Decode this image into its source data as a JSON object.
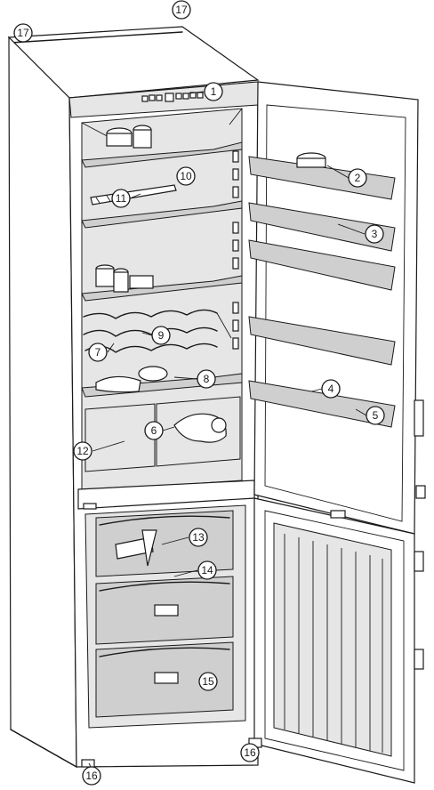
{
  "callouts": [
    {
      "id": "c1",
      "label": "1"
    },
    {
      "id": "c2",
      "label": "2"
    },
    {
      "id": "c3",
      "label": "3"
    },
    {
      "id": "c4",
      "label": "4"
    },
    {
      "id": "c5",
      "label": "5"
    },
    {
      "id": "c6",
      "label": "6"
    },
    {
      "id": "c7",
      "label": "7"
    },
    {
      "id": "c8",
      "label": "8"
    },
    {
      "id": "c9",
      "label": "9"
    },
    {
      "id": "c10",
      "label": "10"
    },
    {
      "id": "c11",
      "label": "11"
    },
    {
      "id": "c12",
      "label": "12"
    },
    {
      "id": "c13",
      "label": "13"
    },
    {
      "id": "c14",
      "label": "14"
    },
    {
      "id": "c15",
      "label": "15"
    },
    {
      "id": "c16a",
      "label": "16"
    },
    {
      "id": "c16b",
      "label": "16"
    },
    {
      "id": "c17a",
      "label": "17"
    },
    {
      "id": "c17b",
      "label": "17"
    }
  ],
  "colors": {
    "line": "#1a1a1a",
    "shade": "#e6e6e6",
    "glass": "#cfcfcf",
    "background": "#ffffff"
  }
}
